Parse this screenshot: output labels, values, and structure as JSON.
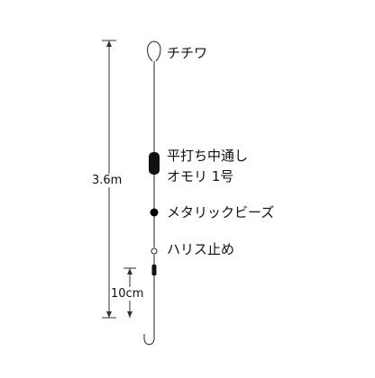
{
  "labels": {
    "loop": "チチワ",
    "sinker_line1": "平打ち中通し",
    "sinker_line2": "オモリ 1号",
    "beads": "メタリックビーズ",
    "swivel": "ハリス止め",
    "total_length": "3.6m",
    "leader_length": "10cm"
  },
  "colors": {
    "line": "#222222",
    "dimension": "#333333",
    "sinker": "#111111",
    "bead": "#000000"
  }
}
